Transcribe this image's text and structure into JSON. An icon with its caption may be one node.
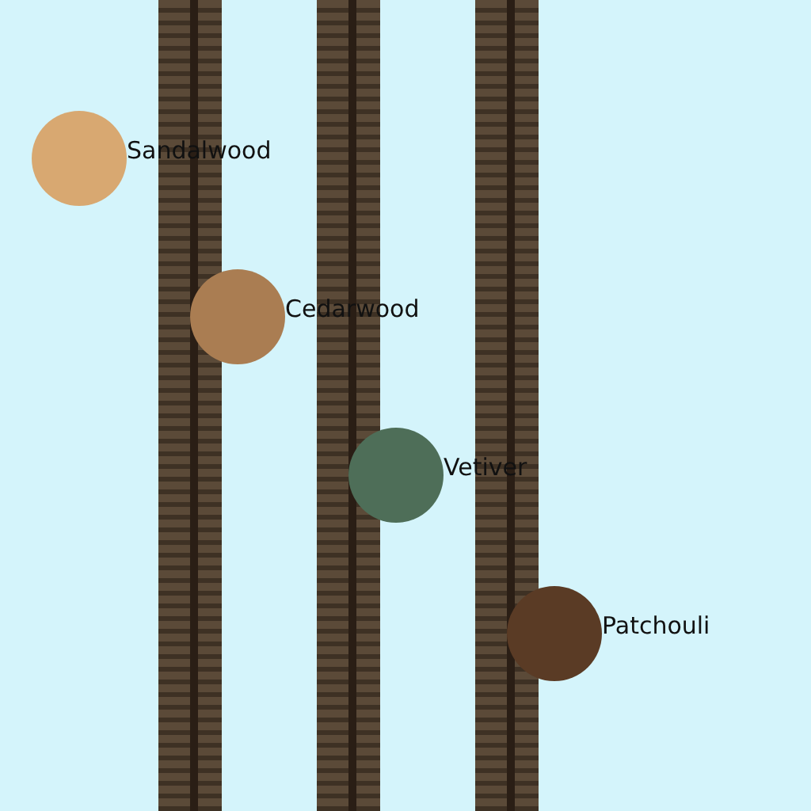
{
  "diagram": {
    "nodes": [
      {
        "text": [],
        "shape": "circle",
        "beside": [
          "Sandalwood"
        ]
      },
      {
        "text": [],
        "shape": "circle",
        "beside": [
          "Cedarwood"
        ]
      },
      {
        "text": [],
        "shape": "circle",
        "beside": [
          "Vetiver"
        ]
      },
      {
        "text": [],
        "shape": "circle",
        "beside": [
          "Patchouli"
        ]
      }
    ],
    "edges": []
  }
}
